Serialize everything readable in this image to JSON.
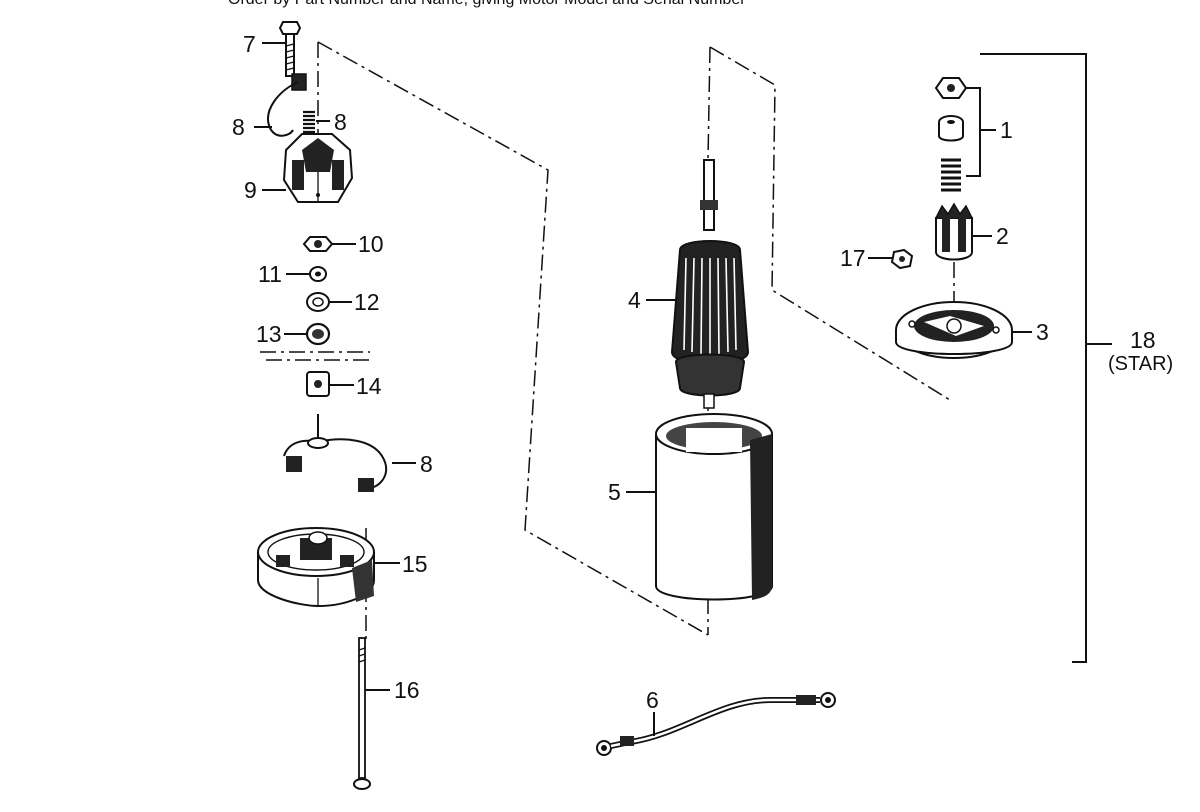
{
  "header": {
    "text": "Order by Part Number and Name, giving Motor Model and Serial Number"
  },
  "callouts": [
    {
      "id": "c7",
      "label": "7"
    },
    {
      "id": "c8a",
      "label": "8"
    },
    {
      "id": "c8b",
      "label": "8"
    },
    {
      "id": "c9",
      "label": "9"
    },
    {
      "id": "c10",
      "label": "10"
    },
    {
      "id": "c11",
      "label": "11"
    },
    {
      "id": "c12",
      "label": "12"
    },
    {
      "id": "c13",
      "label": "13"
    },
    {
      "id": "c14",
      "label": "14"
    },
    {
      "id": "c8c",
      "label": "8"
    },
    {
      "id": "c15",
      "label": "15"
    },
    {
      "id": "c16",
      "label": "16"
    },
    {
      "id": "c4",
      "label": "4"
    },
    {
      "id": "c5",
      "label": "5"
    },
    {
      "id": "c6",
      "label": "6"
    },
    {
      "id": "c1",
      "label": "1"
    },
    {
      "id": "c2",
      "label": "2"
    },
    {
      "id": "c17",
      "label": "17"
    },
    {
      "id": "c3",
      "label": "3"
    },
    {
      "id": "c18",
      "label": "18"
    }
  ],
  "assembly_label": {
    "number": "18",
    "note": "(STAR)"
  }
}
